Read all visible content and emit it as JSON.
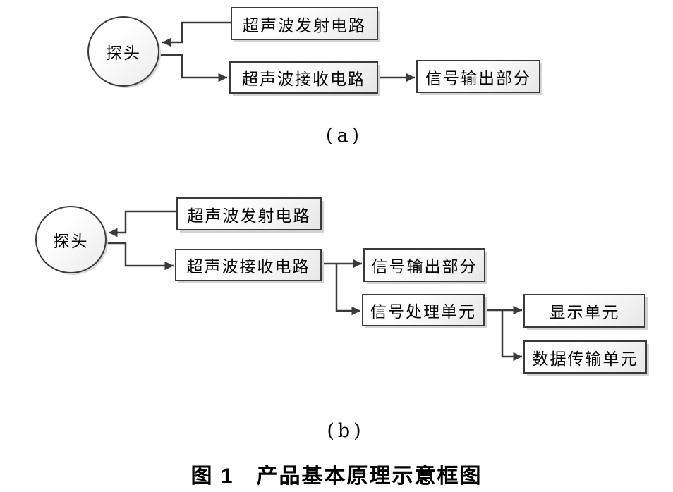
{
  "figure": {
    "caption": "图 1　产品基本原理示意框图",
    "panel_a": {
      "label": "(a)",
      "nodes": {
        "probe": "探头",
        "transmit": "超声波发射电路",
        "receive": "超声波接收电路",
        "output": "信号输出部分"
      },
      "edges": [
        "超声波发射电路 → 探头",
        "探头 → 超声波接收电路",
        "超声波接收电路 → 信号输出部分"
      ]
    },
    "panel_b": {
      "label": "(b)",
      "nodes": {
        "probe": "探头",
        "transmit": "超声波发射电路",
        "receive": "超声波接收电路",
        "output": "信号输出部分",
        "process": "信号处理单元",
        "display": "显示单元",
        "transfer": "数据传输单元"
      },
      "edges": [
        "超声波发射电路 → 探头",
        "探头 → 超声波接收电路",
        "超声波接收电路 → 信号输出部分",
        "超声波接收电路 → 信号处理单元",
        "信号处理单元 → 显示单元",
        "信号处理单元 → 数据传输单元"
      ]
    },
    "colors": {
      "line": "#3a3a3a",
      "box_border": "#3a3a3a",
      "box_fill_top": "#ffffff",
      "box_fill_bottom": "#e7e7e7",
      "shadow": "#d2d2d2",
      "text": "#000000"
    }
  }
}
